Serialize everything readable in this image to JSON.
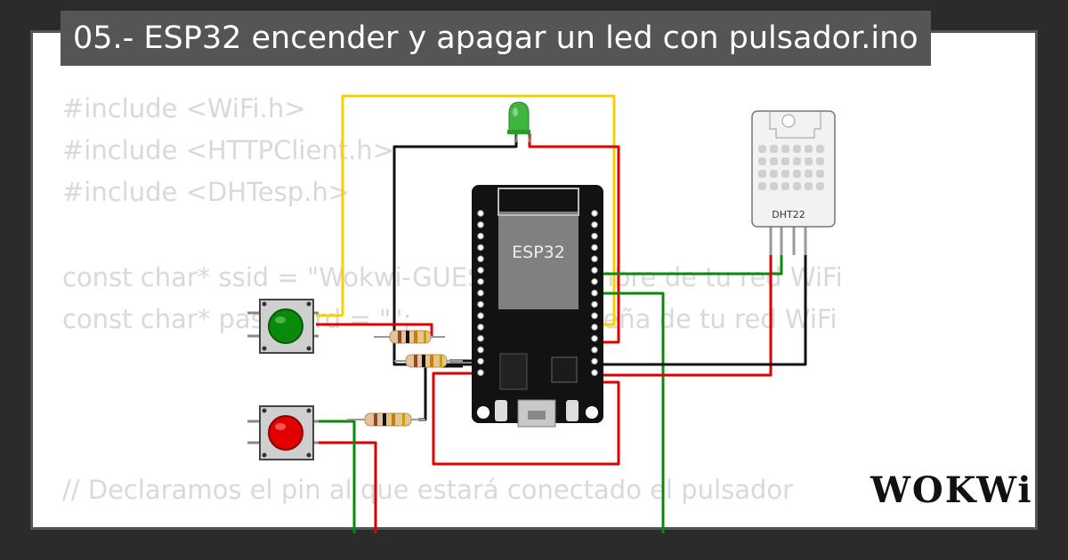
{
  "title": "05.- ESP32 encender y apagar un led con pulsador.ino",
  "code_lines": [
    "#include <WiFi.h>",
    "#include <HTTPClient.h>",
    "#include <DHTesp.h>",
    "",
    "const char* ssid = \"Wokwi-GUEST\"; // Nombre de tu red WiFi",
    "const char* password = \"\";        // Contraseña de tu red WiFi",
    "",
    "",
    "",
    "// Declaramos el pin al que estará conectado el pulsador"
  ],
  "board_label": "ESP32",
  "sensor_label": "DHT22",
  "brand": "WOKWi",
  "colors": {
    "background": "#2b2b2b",
    "card": "#ffffff",
    "title_bg": "#555555",
    "wire_red": "#e00000",
    "wire_black": "#111111",
    "wire_green": "#0a8a0a",
    "wire_yellow": "#f5d100"
  },
  "icons": [
    "led-green-icon",
    "pushbutton-green-icon",
    "pushbutton-red-icon",
    "resistor-icon",
    "esp32-board-icon",
    "dht22-sensor-icon"
  ]
}
